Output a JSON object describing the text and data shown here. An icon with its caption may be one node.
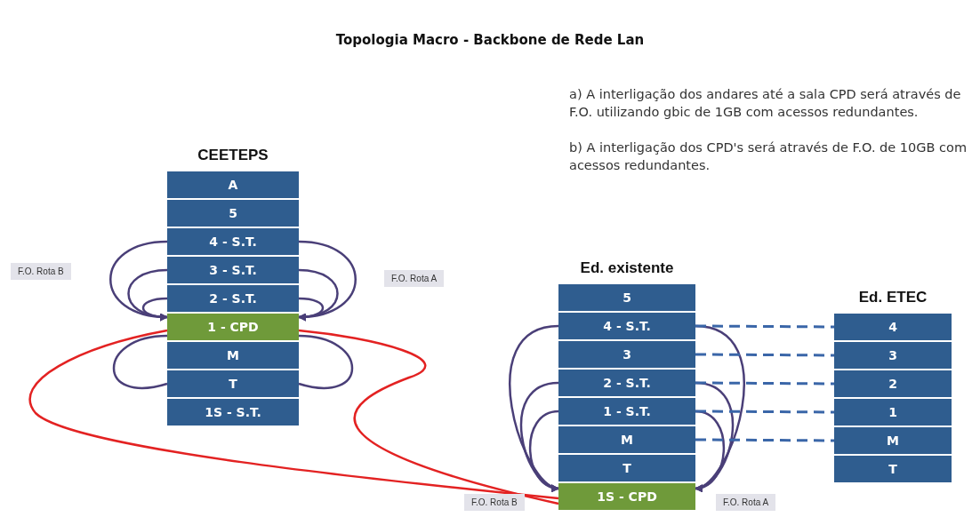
{
  "diagram": {
    "title": "Topologia Macro - Backbone de Rede Lan",
    "nodes": [
      {
        "text": [
          "CEETEPS"
        ]
      },
      {
        "text": [
          "A"
        ],
        "in": 0
      },
      {
        "text": [
          "5"
        ],
        "in": 0
      },
      {
        "text": [
          "4 - S.T."
        ],
        "in": 0
      },
      {
        "text": [
          "3 - S.T."
        ],
        "in": 0
      },
      {
        "text": [
          "2 - S.T."
        ],
        "in": 0
      },
      {
        "text": [
          "1 - CPD"
        ],
        "in": 0
      },
      {
        "text": [
          "M"
        ],
        "in": 0
      },
      {
        "text": [
          "T"
        ],
        "in": 0
      },
      {
        "text": [
          "1S - S.T."
        ],
        "in": 0
      },
      {
        "text": [
          "F.O. Rota B"
        ]
      },
      {
        "text": [
          "F.O. Rota A"
        ]
      },
      {
        "text": [
          "Ed. existente"
        ]
      },
      {
        "text": [
          "5"
        ],
        "in": 12
      },
      {
        "text": [
          "4 - S.T."
        ],
        "in": 12
      },
      {
        "text": [
          "3"
        ],
        "in": 12
      },
      {
        "text": [
          "2 - S.T."
        ],
        "in": 12
      },
      {
        "text": [
          "1 - S.T."
        ],
        "in": 12
      },
      {
        "text": [
          "M"
        ],
        "in": 12
      },
      {
        "text": [
          "T"
        ],
        "in": 12
      },
      {
        "text": [
          "1S - CPD"
        ],
        "in": 12
      },
      {
        "text": [
          "F.O. Rota B"
        ]
      },
      {
        "text": [
          "F.O. Rota A"
        ]
      },
      {
        "text": [
          "Ed. ETEC"
        ]
      },
      {
        "text": [
          "4"
        ],
        "in": 23
      },
      {
        "text": [
          "3"
        ],
        "in": 23
      },
      {
        "text": [
          "2"
        ],
        "in": 23
      },
      {
        "text": [
          "1"
        ],
        "in": 23
      },
      {
        "text": [
          "M"
        ],
        "in": 23
      },
      {
        "text": [
          "T"
        ],
        "in": 23
      }
    ],
    "edges": [
      {
        "from": 3,
        "to": 6,
        "arrow": "to"
      },
      {
        "from": 4,
        "to": 6,
        "arrow": "to"
      },
      {
        "from": 5,
        "to": 6,
        "arrow": "to"
      },
      {
        "from": 3,
        "to": 6,
        "arrow": "to"
      },
      {
        "from": 4,
        "to": 6,
        "arrow": "to"
      },
      {
        "from": 5,
        "to": 6,
        "arrow": "to"
      },
      {
        "from": 6,
        "to": 8,
        "arrow": "none"
      },
      {
        "from": 6,
        "to": 8,
        "arrow": "none"
      },
      {
        "from": 6,
        "to": 20,
        "arrow": "none",
        "color": "#e32222"
      },
      {
        "from": 6,
        "to": 20,
        "arrow": "none",
        "color": "#e32222"
      },
      {
        "from": 14,
        "to": 20,
        "arrow": "to"
      },
      {
        "from": 16,
        "to": 20,
        "arrow": "to"
      },
      {
        "from": 17,
        "to": 20,
        "arrow": "to"
      },
      {
        "from": 14,
        "to": 20,
        "arrow": "to"
      },
      {
        "from": 16,
        "to": 20,
        "arrow": "to"
      },
      {
        "from": 17,
        "to": 20,
        "arrow": "to"
      },
      {
        "from": 14,
        "to": 24,
        "arrow": "none",
        "style": "dashed",
        "color": "#3a66a8"
      },
      {
        "from": 15,
        "to": 25,
        "arrow": "none",
        "style": "dashed",
        "color": "#3a66a8"
      },
      {
        "from": 16,
        "to": 26,
        "arrow": "none",
        "style": "dashed",
        "color": "#3a66a8"
      },
      {
        "from": 17,
        "to": 27,
        "arrow": "none",
        "style": "dashed",
        "color": "#3a66a8"
      },
      {
        "from": 18,
        "to": 28,
        "arrow": "none",
        "style": "dashed",
        "color": "#3a66a8"
      }
    ],
    "labels": [
      "a) A interligação dos andares até a sala CPD será através de F.O. utilizando gbic de 1GB com acessos redundantes.",
      "b) A interligação dos CPD's será através de F.O. de 10GB com acessos redundantes."
    ]
  }
}
